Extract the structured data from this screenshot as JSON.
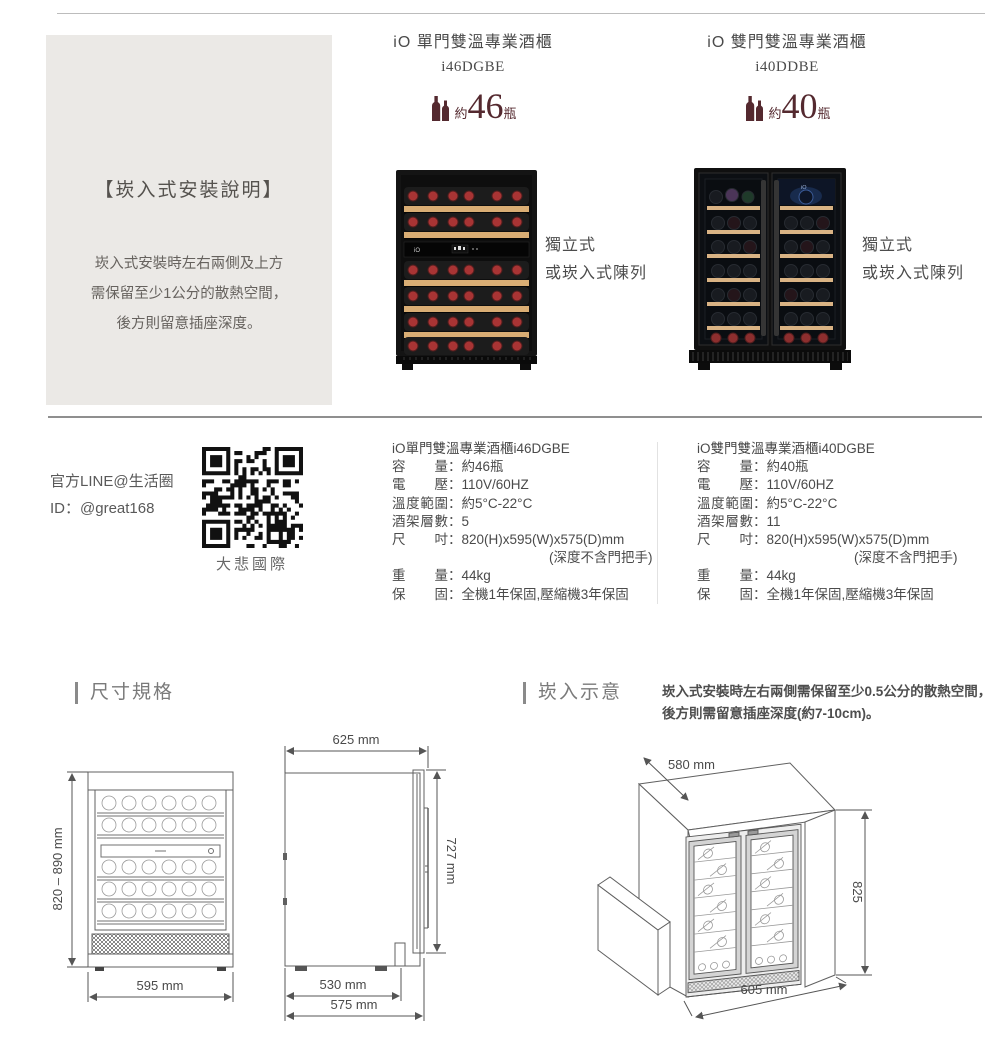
{
  "colors": {
    "accent_burgundy": "#54292f",
    "panel_bg": "#ebe9e6",
    "text_primary": "#4b4b4b",
    "text_muted": "#7a7a7a",
    "shelf_wood": "#d9ad74",
    "bottle_cap_red": "#a83434"
  },
  "punct": {
    "colon": "："
  },
  "top_products": [
    {
      "title": "iO 單門雙溫專業酒櫃",
      "model": "i46DGBE",
      "capacity_prefix": "約",
      "capacity_number": "46",
      "capacity_unit": "瓶",
      "logo": "iO",
      "note_line1": "獨立式",
      "note_line2": "或崁入式陳列"
    },
    {
      "title": "iO 雙門雙溫專業酒櫃",
      "model": "i40DDBE",
      "capacity_prefix": "約",
      "capacity_number": "40",
      "capacity_unit": "瓶",
      "logo": "iO",
      "note_line1": "獨立式",
      "note_line2": "或崁入式陳列"
    }
  ],
  "install_panel": {
    "title": "【崁入式安裝說明】",
    "line1": "崁入式安裝時左右兩側及上方",
    "line2": "需保留至少1公分的散熱空間，",
    "line3": "後方則留意插座深度。"
  },
  "line_contact": {
    "line1": "官方LINE@生活圈",
    "line2": "ID：@great168",
    "qr_caption": "大悲國際"
  },
  "specs": [
    {
      "header": "iO單門雙溫專業酒櫃i46DGBE",
      "rows": [
        {
          "label": "容量",
          "value": "約46瓶"
        },
        {
          "label": "電壓",
          "value": "110V/60HZ"
        },
        {
          "label": "溫度範圍",
          "value": "約5°C-22°C"
        },
        {
          "label": "酒架層數",
          "value": "5"
        },
        {
          "label": "尺吋",
          "value": "820(H)x595(W)x575(D)mm"
        },
        {
          "label": "重量",
          "value": "44kg"
        },
        {
          "label": "保固",
          "value": "全機1年保固,壓縮機3年保固"
        }
      ],
      "size_note": "(深度不含門把手)"
    },
    {
      "header": "iO雙門雙溫專業酒櫃i40DGBE",
      "rows": [
        {
          "label": "容量",
          "value": "約40瓶"
        },
        {
          "label": "電壓",
          "value": "110V/60HZ"
        },
        {
          "label": "溫度範圍",
          "value": "約5°C-22°C"
        },
        {
          "label": "酒架層數",
          "value": "11"
        },
        {
          "label": "尺吋",
          "value": "820(H)x595(W)x575(D)mm"
        },
        {
          "label": "重量",
          "value": "44kg"
        },
        {
          "label": "保固",
          "value": "全機1年保固,壓縮機3年保固"
        }
      ],
      "size_note": "(深度不含門把手)"
    }
  ],
  "sections": {
    "dimensions_title": "尺寸規格",
    "builtin_title": "崁入示意",
    "builtin_note_line1": "崁入式安裝時左右兩側需保留至少0.5公分的散熱空間，",
    "builtin_note_line2": "後方則需留意插座深度(約7-10cm)。"
  },
  "diagrams": {
    "front": {
      "height_label": "820 – 890 mm",
      "width_label": "595 mm"
    },
    "side": {
      "top_label": "625 mm",
      "height_label": "727 mm",
      "depth_inner_label": "530 mm",
      "depth_outer_label": "575 mm"
    },
    "builtin": {
      "depth_label": "580 mm",
      "height_label": "825",
      "width_label": "605 mm"
    }
  }
}
